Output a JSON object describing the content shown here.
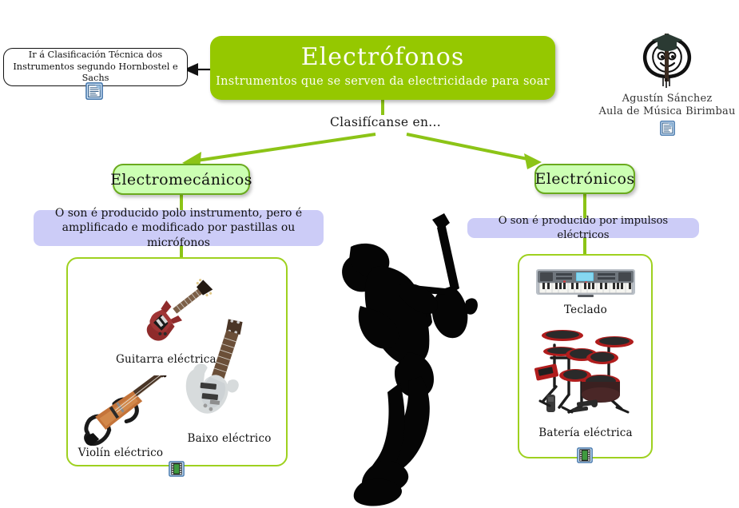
{
  "title": {
    "heading": "Electrófonos",
    "subheading": "Instrumentos que se serven da electricidade para soar"
  },
  "link_box": {
    "text": "Ir á Clasificación Técnica dos Instrumentos segundo Hornbostel e Sachs",
    "icon": "document-icon"
  },
  "brand": {
    "logo": "birimbau-face-logo",
    "name": "Agustín Sánchez",
    "school": "Aula de Música Birimbau",
    "icon": "document-icon"
  },
  "classify_label": "Clasifícanse en...",
  "categories": [
    {
      "id": "electromecanicos",
      "label": "Electromecánicos",
      "description": "O son é producido polo instrumento, pero é amplificado e modificado por pastillas ou micrófonos",
      "instruments": [
        {
          "name": "Guitarra eléctrica",
          "art": "electric-guitar-red"
        },
        {
          "name": "Violín eléctrico",
          "art": "electric-violin"
        },
        {
          "name": "Baixo eléctrico",
          "art": "electric-bass-white"
        }
      ],
      "media_icon": "film-icon"
    },
    {
      "id": "electronicos",
      "label": "Electrónicos",
      "description": "O son é producido por impulsos eléctricos",
      "instruments": [
        {
          "name": "Teclado",
          "art": "keyboard-synth"
        },
        {
          "name": "Batería eléctrica",
          "art": "electronic-drum-kit"
        }
      ],
      "media_icon": "film-icon"
    }
  ],
  "center_art": "guitarist-silhouette",
  "colors": {
    "title_green": "#95c800",
    "pill_fill": "#ccffb3",
    "pill_border": "#6aaa1e",
    "panel_border": "#9ed11f",
    "desc_lavender": "#ccccf7",
    "arrow_green": "#8cc417",
    "text_dark": "#111111"
  }
}
